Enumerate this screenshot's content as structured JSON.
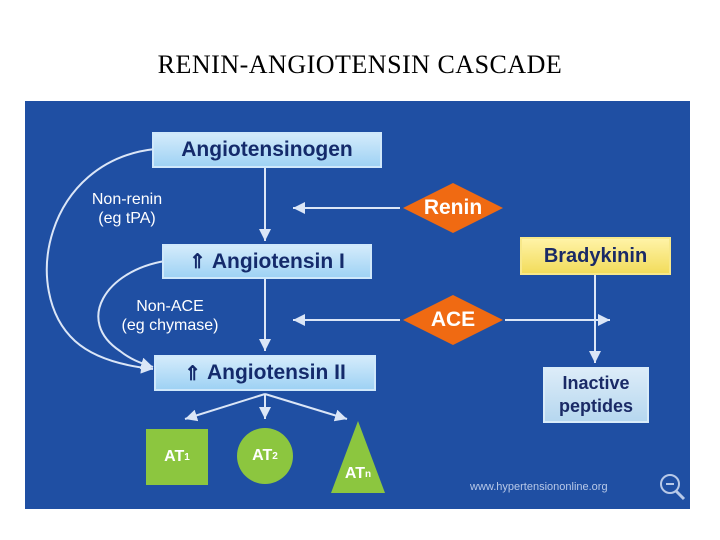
{
  "slide": {
    "title": "RENIN-ANGIOTENSIN CASCADE"
  },
  "diagram": {
    "angiotensinogen": "Angiotensinogen",
    "angiotensin_1": "Angiotensin I",
    "angiotensin_2": "Angiotensin II",
    "up_arrow_glyph": "⇑",
    "renin": "Renin",
    "ace": "ACE",
    "bradykinin": "Bradykinin",
    "inactive_peptides_line1": "Inactive",
    "inactive_peptides_line2": "peptides",
    "non_renin_line1": "Non-renin",
    "non_renin_line2": "(eg tPA)",
    "non_ace_line1": "Non-ACE",
    "non_ace_line2": "(eg chymase)",
    "receptors": [
      {
        "prefix": "AT",
        "sub": "1"
      },
      {
        "prefix": "AT",
        "sub": "2"
      },
      {
        "prefix": "AT",
        "sub": "n"
      }
    ],
    "url": "www.hypertensiononline.org",
    "colors": {
      "panel": "#1f4fa3",
      "diamond": "#f06a12",
      "receptor": "#8cc63f",
      "box_text": "#142a6b"
    },
    "icons": [
      "zoom-icon"
    ]
  }
}
